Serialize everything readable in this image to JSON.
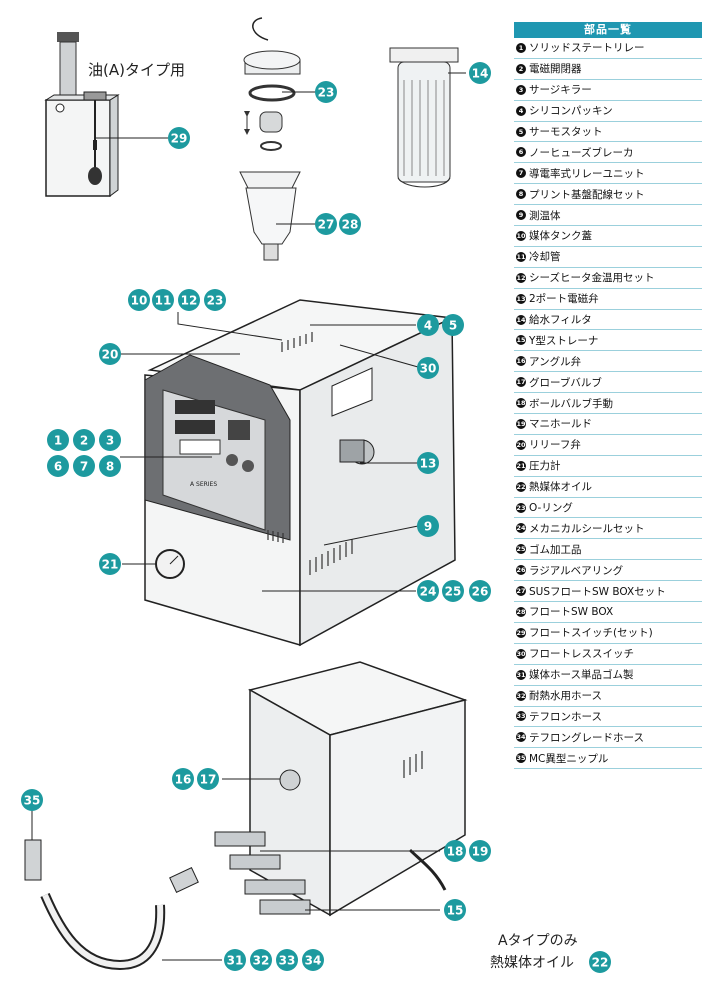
{
  "colors": {
    "accent": "#1f97b1",
    "callout": "#1d9a9f",
    "panel": "#6d6f72"
  },
  "title_oil_type": "油(A)タイプ用",
  "note_line1": "Aタイプのみ",
  "note_line2": "熱媒体オイル",
  "note_badge": "22",
  "machine_panel_brand": "A SERIES",
  "parts_header": "部品一覧",
  "parts": [
    {
      "no": "1",
      "name": "ソリッドステートリレー"
    },
    {
      "no": "2",
      "name": "電磁開閉器"
    },
    {
      "no": "3",
      "name": "サージキラー"
    },
    {
      "no": "4",
      "name": "シリコンパッキン"
    },
    {
      "no": "5",
      "name": "サーモスタット"
    },
    {
      "no": "6",
      "name": "ノーヒューズブレーカ"
    },
    {
      "no": "7",
      "name": "導電率式リレーユニット"
    },
    {
      "no": "8",
      "name": "プリント基盤配線セット"
    },
    {
      "no": "9",
      "name": "測温体"
    },
    {
      "no": "10",
      "name": "媒体タンク蓋"
    },
    {
      "no": "11",
      "name": "冷却管"
    },
    {
      "no": "12",
      "name": "シーズヒータ金温用セット"
    },
    {
      "no": "13",
      "name": "2ポート電磁弁"
    },
    {
      "no": "14",
      "name": "給水フィルタ"
    },
    {
      "no": "15",
      "name": "Y型ストレーナ"
    },
    {
      "no": "16",
      "name": "アングル弁"
    },
    {
      "no": "17",
      "name": "グローブバルブ"
    },
    {
      "no": "18",
      "name": "ボールバルブ手動"
    },
    {
      "no": "19",
      "name": "マニホールド"
    },
    {
      "no": "20",
      "name": "リリーフ弁"
    },
    {
      "no": "21",
      "name": "圧力計"
    },
    {
      "no": "22",
      "name": "熱媒体オイル"
    },
    {
      "no": "23",
      "name": "O-リング"
    },
    {
      "no": "24",
      "name": "メカニカルシールセット"
    },
    {
      "no": "25",
      "name": "ゴム加工品"
    },
    {
      "no": "26",
      "name": "ラジアルベアリング"
    },
    {
      "no": "27",
      "name": "SUSフロートSW BOXセット"
    },
    {
      "no": "28",
      "name": "フロートSW BOX"
    },
    {
      "no": "29",
      "name": "フロートスイッチ(セット)"
    },
    {
      "no": "30",
      "name": "フロートレススイッチ"
    },
    {
      "no": "31",
      "name": "媒体ホース単品ゴム製"
    },
    {
      "no": "32",
      "name": "耐熱水用ホース"
    },
    {
      "no": "33",
      "name": "テフロンホース"
    },
    {
      "no": "34",
      "name": "テフロングレードホース"
    },
    {
      "no": "35",
      "name": "MC異型ニップル"
    }
  ],
  "callouts": {
    "c29": "29",
    "c23": "23",
    "c27": "27",
    "c28": "28",
    "c14": "14",
    "c10": "10",
    "c11": "11",
    "c12": "12",
    "c23b": "23",
    "c4": "4",
    "c5": "5",
    "c20": "20",
    "c30": "30",
    "c1": "1",
    "c2": "2",
    "c3": "3",
    "c6": "6",
    "c7": "7",
    "c8": "8",
    "c13": "13",
    "c9": "9",
    "c21": "21",
    "c24": "24",
    "c25": "25",
    "c26": "26",
    "c16": "16",
    "c17": "17",
    "c18": "18",
    "c19": "19",
    "c15": "15",
    "c35": "35",
    "c31": "31",
    "c32": "32",
    "c33": "33",
    "c34": "34"
  }
}
